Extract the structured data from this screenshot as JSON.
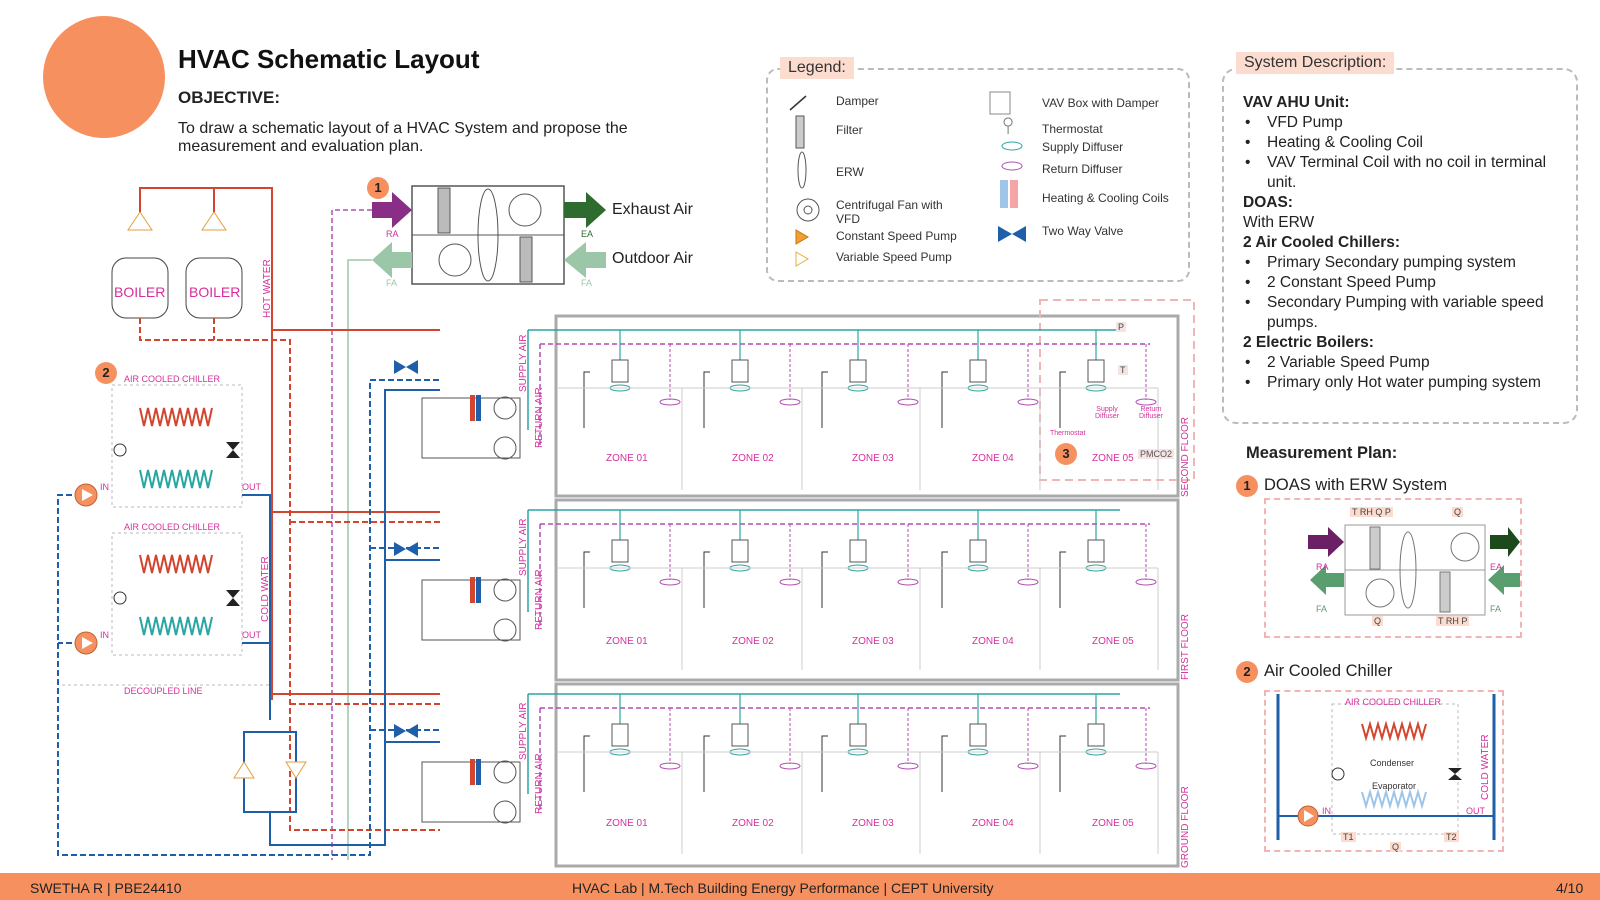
{
  "header": {
    "title": "HVAC Schematic Layout",
    "objective_label": "OBJECTIVE:",
    "objective_text": "To draw a schematic layout of a HVAC System and propose the measurement and evaluation plan."
  },
  "legend": {
    "title": "Legend:",
    "items_left": [
      "Damper",
      "Filter",
      "ERW",
      "Centrifugal Fan with VFD",
      "Constant Speed Pump",
      "Variable Speed Pump"
    ],
    "items_right": [
      "VAV Box with Damper",
      "Thermostat",
      "Supply Diffuser",
      "Return Diffuser",
      "Heating & Cooling Coils",
      "Two Way Valve"
    ]
  },
  "system_description": {
    "title": "System Description:",
    "sections": [
      {
        "heading": "VAV AHU Unit:",
        "bullets": [
          "VFD Pump",
          "Heating & Cooling Coil",
          "VAV Terminal Coil with no coil in terminal unit."
        ]
      },
      {
        "heading": "DOAS:",
        "text": "With ERW"
      },
      {
        "heading": "2 Air Cooled Chillers:",
        "bullets": [
          "Primary Secondary pumping system",
          "2 Constant Speed Pump",
          "Secondary Pumping with variable speed pumps."
        ]
      },
      {
        "heading": "2 Electric Boilers:",
        "bullets": [
          "2 Variable Speed Pump",
          "Primary only Hot water pumping system"
        ]
      }
    ]
  },
  "measurement_plan": {
    "title": "Measurement Plan:",
    "items": [
      {
        "number": "1",
        "label": "DOAS with ERW System"
      },
      {
        "number": "2",
        "label": "Air Cooled Chiller"
      }
    ],
    "doas_tags": [
      "T RH Q P",
      "Q",
      "Q",
      "T RH P",
      "RA",
      "EA",
      "FA",
      "FA"
    ],
    "chiller_tags": [
      "AIR COOLED CHILLER",
      "Condenser",
      "Evaporator",
      "IN",
      "OUT",
      "T1",
      "T2",
      "Q",
      "COLD WATER"
    ]
  },
  "schematic": {
    "marker1": "1",
    "marker2": "2",
    "marker3": "3",
    "exhaust_air": "Exhaust Air",
    "outdoor_air": "Outdoor Air",
    "ra": "RA",
    "ea": "EA",
    "fa": "FA",
    "boiler": "BOILER",
    "hot_water": "HOT WATER",
    "cold_water": "COLD WATER",
    "chiller_label": "AIR COOLED CHILLER",
    "in_label": "IN",
    "out_label": "OUT",
    "decoupled_line": "DECOUPLED LINE",
    "supply_air": "SUPPLY AIR",
    "return_air": "RETURN AIR",
    "zones": [
      "ZONE 01",
      "ZONE 02",
      "ZONE 03",
      "ZONE 04",
      "ZONE 05"
    ],
    "floors": [
      "SECOND FLOOR",
      "FIRST FLOOR",
      "GROUND FLOOR"
    ],
    "pmco2": "PMCO2",
    "thermostat": "Thermostat",
    "supply_diffuser": "Supply Diffuser",
    "return_diffuser": "Return Diffuser",
    "p_tag": "P",
    "t_tag": "T"
  },
  "footer": {
    "left": "SWETHA R | PBE24410",
    "center": "HVAC Lab | M.Tech Building Energy Performance  | CEPT University",
    "right": "4/10"
  },
  "colors": {
    "accent": "#f7905f",
    "hot_water": "#d2462f",
    "cold_water": "#1f5ea8",
    "supply_air": "#2aa6a1",
    "return_air": "#b04fb0",
    "zone_text": "#d62f9c"
  }
}
